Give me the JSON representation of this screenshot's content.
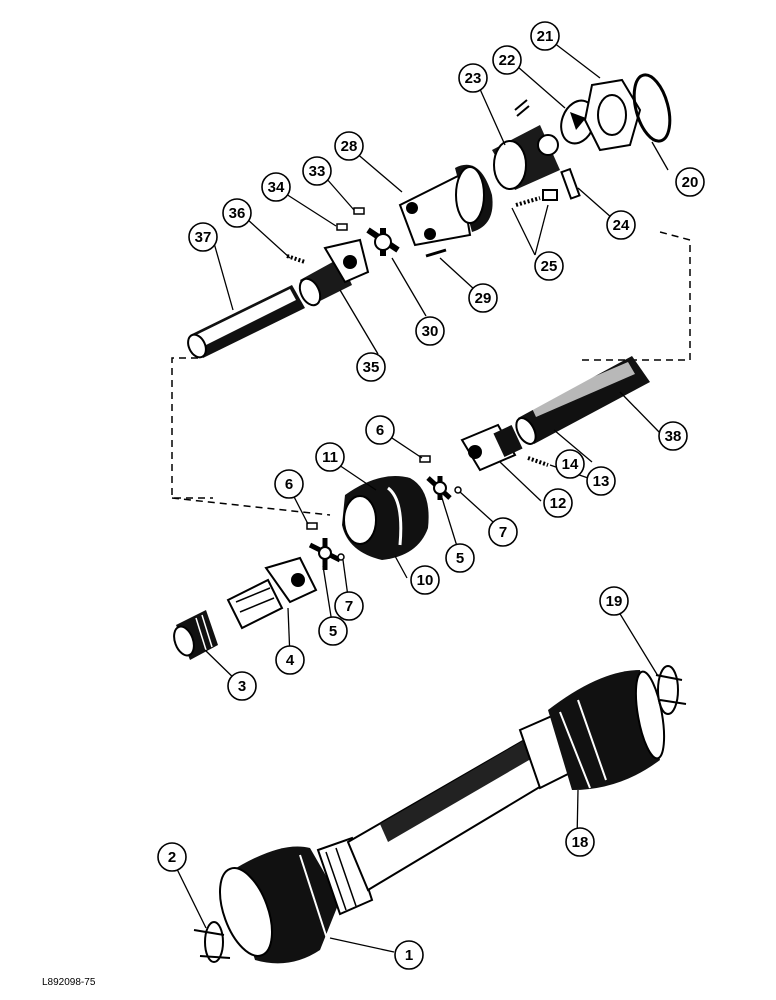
{
  "figure_code": "L892098-75",
  "callouts": [
    {
      "label": "1"
    },
    {
      "label": "2"
    },
    {
      "label": "3"
    },
    {
      "label": "4"
    },
    {
      "label": "5"
    },
    {
      "label": "5"
    },
    {
      "label": "6"
    },
    {
      "label": "6"
    },
    {
      "label": "7"
    },
    {
      "label": "7"
    },
    {
      "label": "10"
    },
    {
      "label": "11"
    },
    {
      "label": "12"
    },
    {
      "label": "13"
    },
    {
      "label": "14"
    },
    {
      "label": "18"
    },
    {
      "label": "19"
    },
    {
      "label": "20"
    },
    {
      "label": "21"
    },
    {
      "label": "22"
    },
    {
      "label": "23"
    },
    {
      "label": "24"
    },
    {
      "label": "25"
    },
    {
      "label": "28"
    },
    {
      "label": "29"
    },
    {
      "label": "30"
    },
    {
      "label": "33"
    },
    {
      "label": "34"
    },
    {
      "label": "35"
    },
    {
      "label": "36"
    },
    {
      "label": "37"
    },
    {
      "label": "38"
    }
  ]
}
